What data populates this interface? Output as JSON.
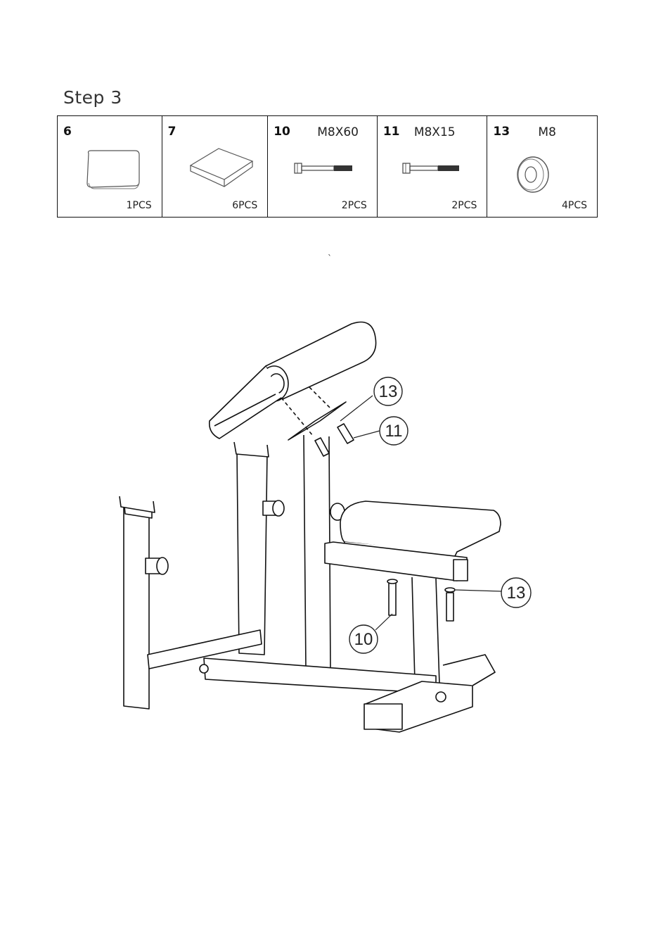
{
  "step": {
    "title": "Step 3"
  },
  "parts": [
    {
      "number": "6",
      "spec": "",
      "qty": "1PCS",
      "icon": "seat-pad-icon"
    },
    {
      "number": "7",
      "spec": "",
      "qty": "6PCS",
      "icon": "foot-cap-icon"
    },
    {
      "number": "10",
      "spec": "M8X60",
      "qty": "2PCS",
      "icon": "long-bolt-icon"
    },
    {
      "number": "11",
      "spec": "M8X15",
      "qty": "2PCS",
      "icon": "short-bolt-icon"
    },
    {
      "number": "13",
      "spec": "M8",
      "qty": "4PCS",
      "icon": "washer-icon"
    }
  ],
  "stray_mark": "`",
  "callouts": [
    "13",
    "11",
    "13",
    "10"
  ]
}
